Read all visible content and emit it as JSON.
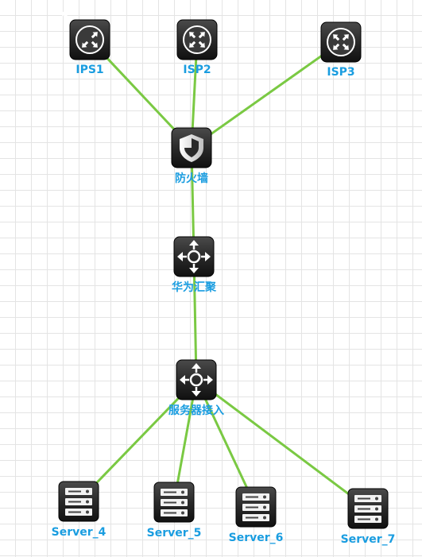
{
  "diagram": {
    "link_color": "#7ac943",
    "label_color": "#1a9de0",
    "nodes": [
      {
        "id": "ips1",
        "label": "IPS1",
        "icon": "router-icon"
      },
      {
        "id": "isp2",
        "label": "ISP2",
        "icon": "router-icon"
      },
      {
        "id": "isp3",
        "label": "ISP3",
        "icon": "router-icon"
      },
      {
        "id": "firewall",
        "label": "防火墙",
        "icon": "firewall-shield-icon"
      },
      {
        "id": "aggregation",
        "label": "华为汇聚",
        "icon": "switch-icon"
      },
      {
        "id": "server_access",
        "label": "服务器接入",
        "icon": "switch-icon"
      },
      {
        "id": "server4",
        "label": "Server_4",
        "icon": "server-icon"
      },
      {
        "id": "server5",
        "label": "Server_5",
        "icon": "server-icon"
      },
      {
        "id": "server6",
        "label": "Server_6",
        "icon": "server-icon"
      },
      {
        "id": "server7",
        "label": "Server_7",
        "icon": "server-icon"
      }
    ],
    "links": [
      {
        "from": "ips1",
        "to": "firewall"
      },
      {
        "from": "isp2",
        "to": "firewall"
      },
      {
        "from": "isp3",
        "to": "firewall"
      },
      {
        "from": "firewall",
        "to": "aggregation"
      },
      {
        "from": "aggregation",
        "to": "server_access"
      },
      {
        "from": "server_access",
        "to": "server4"
      },
      {
        "from": "server_access",
        "to": "server5"
      },
      {
        "from": "server_access",
        "to": "server6"
      },
      {
        "from": "server_access",
        "to": "server7"
      }
    ]
  }
}
